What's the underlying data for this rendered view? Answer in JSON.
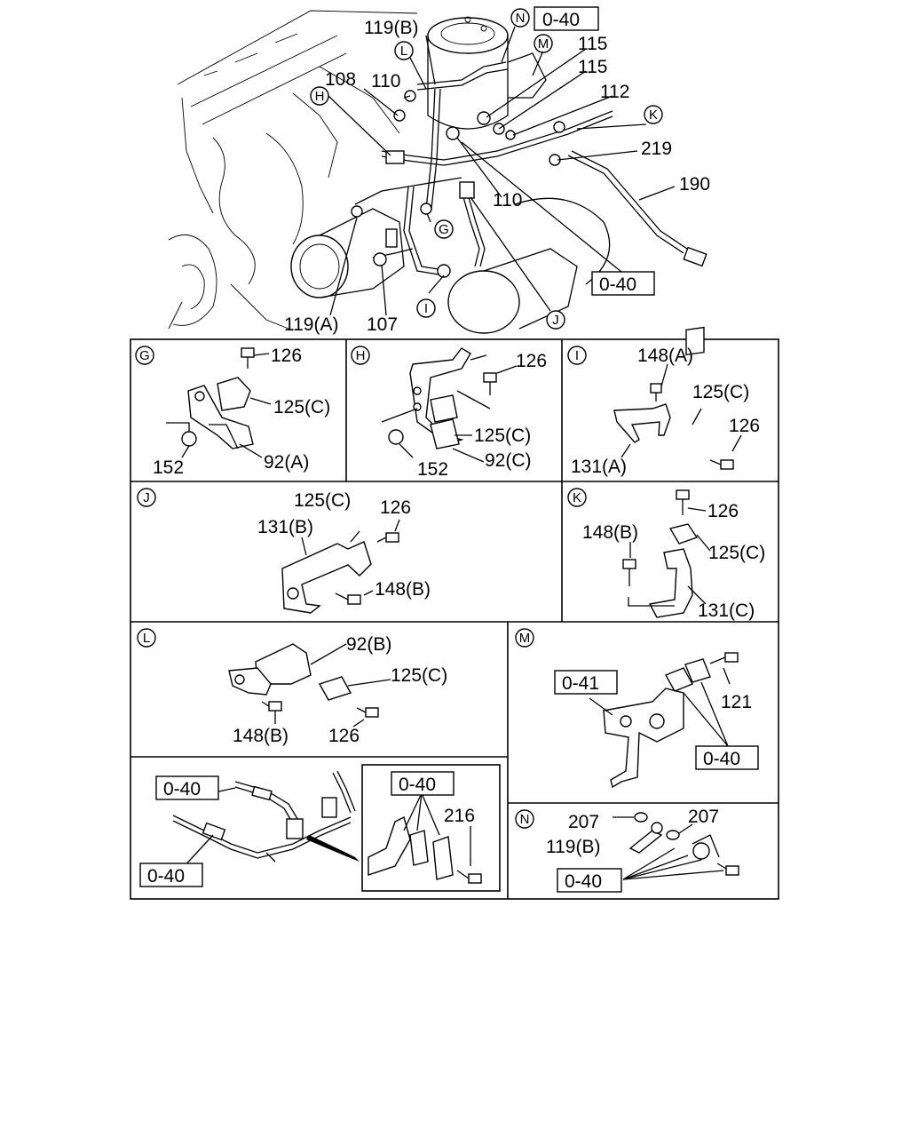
{
  "main_view": {
    "labels": {
      "l119b": "119(B)",
      "l108": "108",
      "l110a": "110",
      "l115a": "115",
      "l115b": "115",
      "l112": "112",
      "l219": "219",
      "l190": "190",
      "l110b": "110",
      "l107": "107",
      "l119a": "119(A)",
      "ref_top": "0-40",
      "ref_mid": "0-40"
    },
    "callouts": {
      "N": "N",
      "L": "L",
      "M": "M",
      "H": "H",
      "K": "K",
      "G": "G",
      "I": "I",
      "J": "J"
    }
  },
  "panels": {
    "G": {
      "letter": "G",
      "labels": [
        "126",
        "125(C)",
        "152",
        "92(A)"
      ]
    },
    "H": {
      "letter": "H",
      "labels": [
        "126",
        "125(C)",
        "152",
        "92(C)"
      ]
    },
    "I": {
      "letter": "I",
      "labels": [
        "148(A)",
        "125(C)",
        "126",
        "131(A)"
      ]
    },
    "J": {
      "letter": "J",
      "labels": [
        "125(C)",
        "126",
        "131(B)",
        "148(B)"
      ]
    },
    "K": {
      "letter": "K",
      "labels": [
        "126",
        "148(B)",
        "125(C)",
        "131(C)"
      ]
    },
    "L": {
      "letter": "L",
      "labels": [
        "92(B)",
        "125(C)",
        "148(B)",
        "126"
      ]
    },
    "M": {
      "letter": "M",
      "labels": [
        "0-41",
        "121",
        "0-40"
      ]
    },
    "N": {
      "letter": "N",
      "labels": [
        "207",
        "207",
        "119(B)",
        "0-40"
      ]
    },
    "bottom_left": {
      "labels": [
        "0-40",
        "0-40",
        "0-40",
        "216"
      ]
    }
  }
}
